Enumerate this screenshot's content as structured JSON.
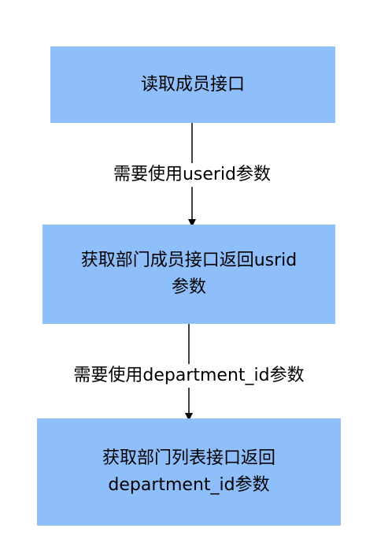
{
  "colors": {
    "node_fill": "#8fbffb",
    "edge_stroke": "#000000",
    "background": "#ffffff"
  },
  "nodes": [
    {
      "text": "读取成员接口"
    },
    {
      "text": "获取部门成员接口返回usrid\n参数"
    },
    {
      "text": "获取部门列表接口返回\ndepartment_id参数"
    }
  ],
  "edges": [
    {
      "label": "需要使用userid参数"
    },
    {
      "label": "需要使用department_id参数"
    }
  ]
}
